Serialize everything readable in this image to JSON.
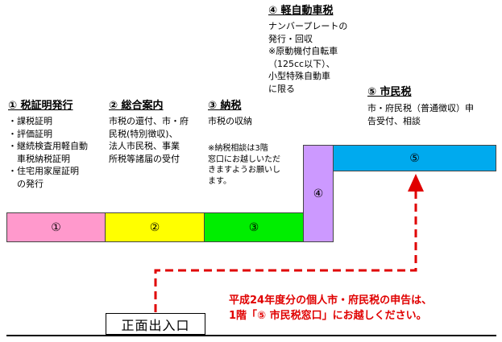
{
  "sections": [
    {
      "title": "① 税証明発行",
      "desc": "・課税証明\n・評価証明\n・継続検査用軽自動\n　車税納税証明\n・住宅用家屋証明\n　の発行"
    },
    {
      "title": "② 総合案内",
      "desc": "市税の還付、市・府\n民税(特別徴収)、\n法人市民税、事業\n所税等諸届の受付"
    },
    {
      "title": "③ 納税",
      "desc": "市税の収納",
      "note": "※納税相談は3階\n窓口にお越しいただ\nきますようお願いし\nます。"
    },
    {
      "title": "④ 軽自動車税",
      "desc": "ナンバープレートの\n発行・回収\n※原動機付自転車\n（125cc以下）、\n小型特殊自動車\nに限る"
    },
    {
      "title": "⑤ 市民税",
      "desc": "市・府民税（普通徴収）申\n告受付、相談"
    }
  ],
  "counters": [
    {
      "label": "①",
      "color": "#ff99cc"
    },
    {
      "label": "②",
      "color": "#ffff00"
    },
    {
      "label": "③",
      "color": "#00ee00"
    },
    {
      "label": "④",
      "color": "#cc99ff"
    },
    {
      "label": "⑤",
      "color": "#00aaee"
    }
  ],
  "notice": "平成24年度分の個人市・府民税の申告は、\n1階「⑤ 市民税窓口」にお越しください。",
  "entrance": "正面出入口",
  "route_color": "#e00000"
}
